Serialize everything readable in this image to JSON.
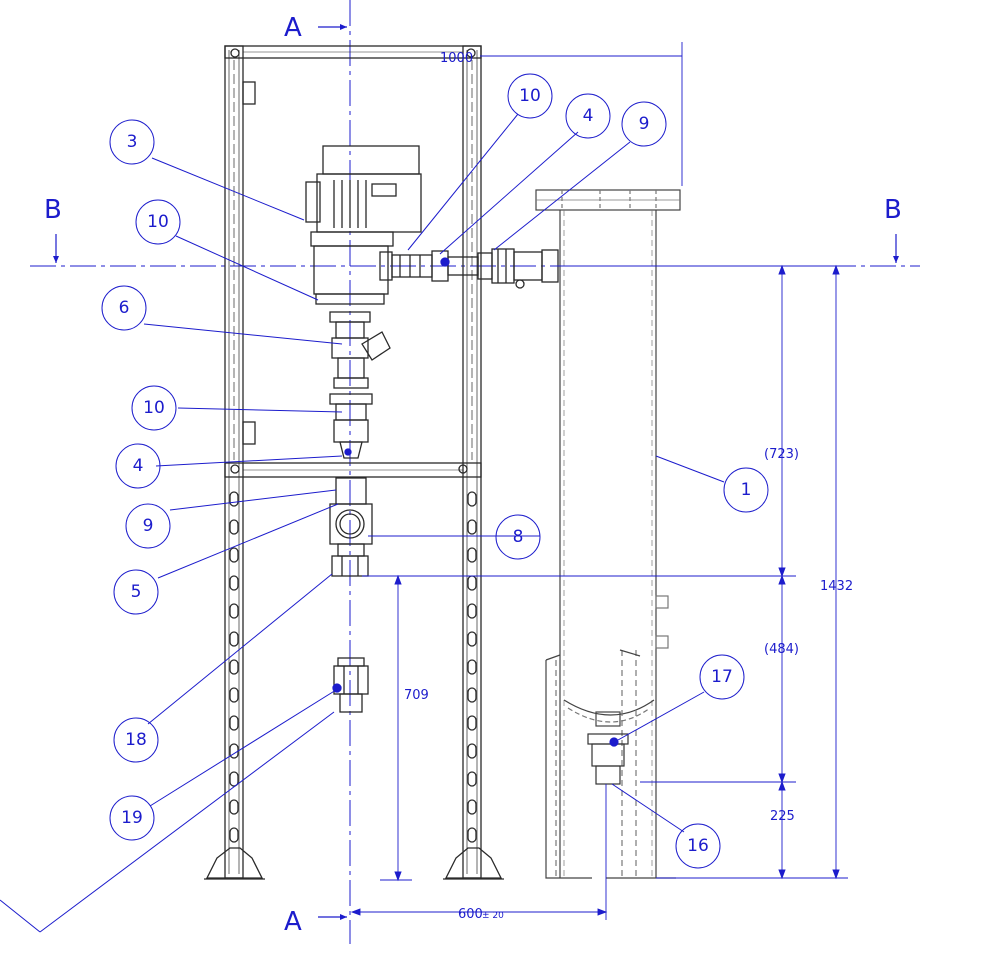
{
  "colors": {
    "annotation": "#1c1ccc",
    "line": "#2a2a2a",
    "paper": "#ffffff"
  },
  "sections": {
    "a_top": "A",
    "a_bottom": "A",
    "b_left": "B",
    "b_right": "B"
  },
  "balloons": {
    "b3": "3",
    "b10a": "10",
    "b10b": "10",
    "b10c": "10",
    "b6": "6",
    "b4a": "4",
    "b4b": "4",
    "b9a": "9",
    "b9b": "9",
    "b5": "5",
    "b8": "8",
    "b1": "1",
    "b18": "18",
    "b19": "19",
    "b17": "17",
    "b16": "16"
  },
  "dimensions": {
    "top_width": "1000",
    "d723": "(723)",
    "d484": "(484)",
    "d1432": "1432",
    "d709": "709",
    "d225": "225",
    "d600": "600",
    "d600_tol": "± 20"
  }
}
